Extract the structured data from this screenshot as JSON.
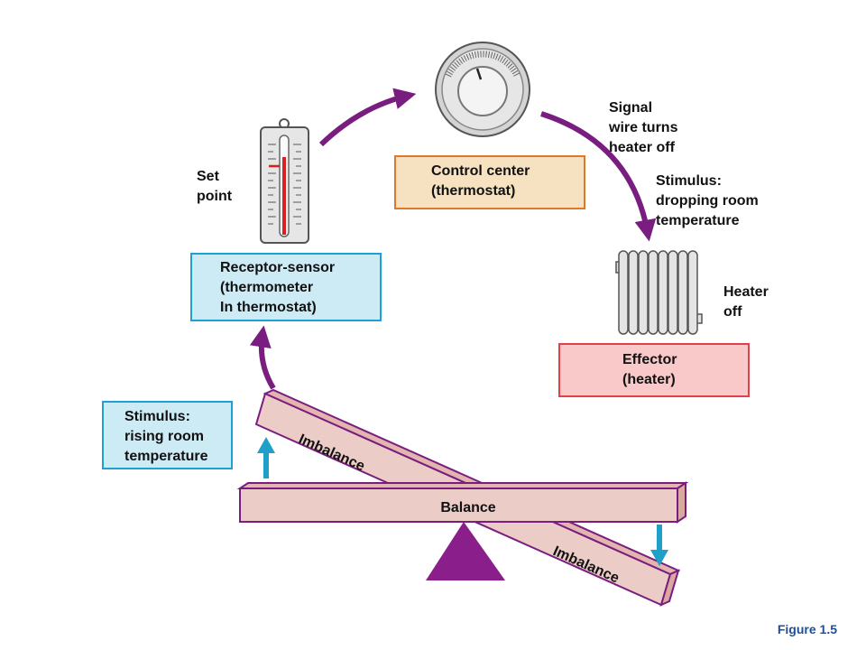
{
  "labels": {
    "set_point": "Set\npoint",
    "signal": "Signal\nwire turns\nheater off",
    "stimulus_dropping": "Stimulus:\ndropping room\ntemperature",
    "heater_off": "Heater\noff",
    "stimulus_rising": "Stimulus:\nrising room\ntemperature",
    "imbalance_top": "Imbalance",
    "imbalance_bottom": "Imbalance",
    "balance": "Balance"
  },
  "boxes": {
    "control_center": {
      "text": "Control center\n(thermostat)",
      "fill": "#f6e1c1",
      "border": "#e0782b"
    },
    "receptor": {
      "text": "Receptor-sensor\n(thermometer\nIn thermostat)",
      "fill": "#cdebf5",
      "border": "#1ea0d2"
    },
    "effector": {
      "text": "Effector\n(heater)",
      "fill": "#f9c9c9",
      "border": "#e0404a"
    },
    "stimulus_rising": {
      "fill": "#cdebf5",
      "border": "#1ea0d2"
    }
  },
  "colors": {
    "arrow": "#7a1d80",
    "beam_fill": "#ecccc6",
    "beam_border": "#7a1d80",
    "fulcrum": "#8a1e8a",
    "cyan_arrow": "#1ea0c8"
  },
  "icons": [
    "thermometer-icon",
    "thermostat-icon",
    "radiator-icon"
  ],
  "footer": {
    "figure": "Figure 1.5"
  }
}
